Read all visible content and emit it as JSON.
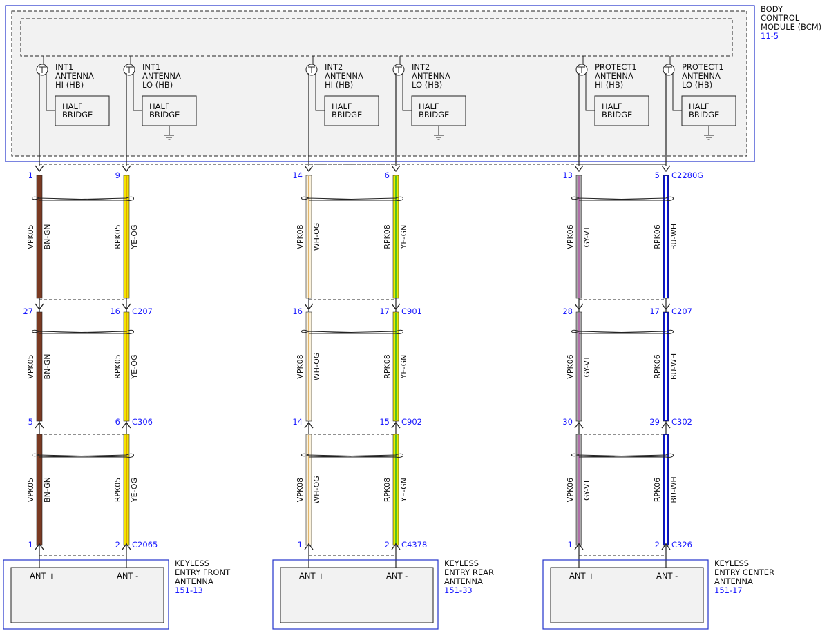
{
  "bcm": {
    "title_lines": [
      "BODY",
      "CONTROL",
      "MODULE (BCM)"
    ],
    "ref": "11-5",
    "bridge_label": [
      "HALF",
      "BRIDGE"
    ],
    "circuits": [
      {
        "name_lines": [
          "INT1",
          "ANTENNA",
          "HI (HB)"
        ],
        "ground": false
      },
      {
        "name_lines": [
          "INT1",
          "ANTENNA",
          "LO (HB)"
        ],
        "ground": true
      },
      {
        "name_lines": [
          "INT2",
          "ANTENNA",
          "HI (HB)"
        ],
        "ground": false
      },
      {
        "name_lines": [
          "INT2",
          "ANTENNA",
          "LO (HB)"
        ],
        "ground": true
      },
      {
        "name_lines": [
          "PROTECT1",
          "ANTENNA",
          "HI (HB)"
        ],
        "ground": false
      },
      {
        "name_lines": [
          "PROTECT1",
          "ANTENNA",
          "LO (HB)"
        ],
        "ground": true
      }
    ]
  },
  "wires": [
    {
      "circuit": "VPK05",
      "color_code": "BN-GN",
      "color": "#7a3a22",
      "stripe": "#7a3a22"
    },
    {
      "circuit": "RPK05",
      "color_code": "YE-OG",
      "color": "#f2e300",
      "stripe": "#e2a400"
    },
    {
      "circuit": "VPK08",
      "color_code": "WH-OG",
      "color": "#fbf2dc",
      "stripe": "#e2b66c"
    },
    {
      "circuit": "RPK08",
      "color_code": "YE-GN",
      "color": "#ecec00",
      "stripe": "#58c020"
    },
    {
      "circuit": "VPK06",
      "color_code": "GY-VT",
      "color": "#a8a8a8",
      "stripe": "#b070a8"
    },
    {
      "circuit": "RPK06",
      "color_code": "BU-WH",
      "color": "#0a14d8",
      "stripe": "#ffffff"
    }
  ],
  "connectors": [
    {
      "pins": [
        "1",
        "9",
        "14",
        "6",
        "13",
        "5"
      ],
      "names": [
        "",
        "",
        "",
        "",
        "",
        "C2280G"
      ]
    },
    {
      "pins": [
        "27",
        "16",
        "16",
        "17",
        "28",
        "17"
      ],
      "names": [
        "",
        "C207",
        "",
        "C901",
        "",
        "C207"
      ]
    },
    {
      "pins": [
        "5",
        "6",
        "14",
        "15",
        "30",
        "29"
      ],
      "names": [
        "",
        "C306",
        "",
        "C902",
        "",
        "C302"
      ]
    },
    {
      "pins": [
        "1",
        "2",
        "1",
        "2",
        "1",
        "2"
      ],
      "names": [
        "",
        "C2065",
        "",
        "C4378",
        "",
        "C326"
      ]
    }
  ],
  "antennas": [
    {
      "name_lines": [
        "KEYLESS",
        "ENTRY FRONT",
        "ANTENNA"
      ],
      "ref": "151-13",
      "pos_label": "ANT +",
      "neg_label": "ANT -"
    },
    {
      "name_lines": [
        "KEYLESS",
        "ENTRY REAR",
        "ANTENNA"
      ],
      "ref": "151-33",
      "pos_label": "ANT +",
      "neg_label": "ANT -"
    },
    {
      "name_lines": [
        "KEYLESS",
        "ENTRY CENTER",
        "ANTENNA"
      ],
      "ref": "151-17",
      "pos_label": "ANT +",
      "neg_label": "ANT -"
    }
  ]
}
